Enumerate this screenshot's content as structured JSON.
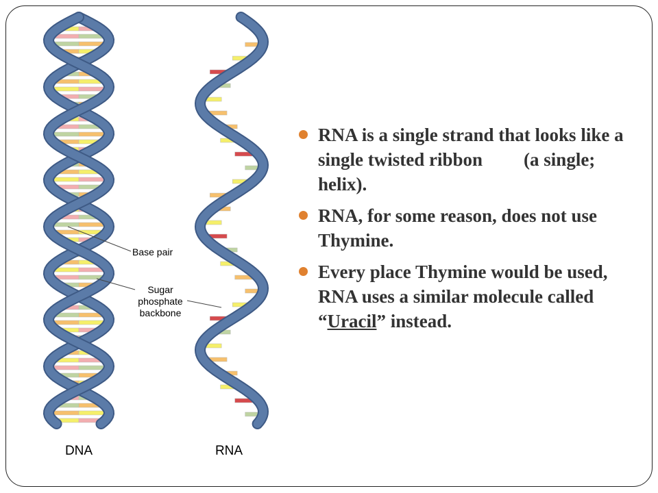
{
  "diagram": {
    "labels": {
      "base_pair": "Base pair",
      "sugar_1": "Sugar",
      "sugar_2": "phosphate",
      "sugar_3": "backbone",
      "dna": "DNA",
      "rna": "RNA"
    },
    "colors": {
      "backbone": "#5b7ba8",
      "backbone_edge": "#3e5a85",
      "base_orange": "#f6c06d",
      "base_yellow": "#f5ef6a",
      "base_pink": "#f2aeb0",
      "base_green": "#bfd4a2",
      "base_red": "#d64a4d"
    }
  },
  "bullets": [
    {
      "text": "RNA is a single strand that looks like a single twisted ribbon",
      "tail": "(a single; helix)."
    },
    {
      "text": "RNA, for some reason, does not use Thymine."
    },
    {
      "before": "Every place Thymine would be used, RNA uses a similar molecule called “",
      "underlined": "Uracil",
      "after": "” instead."
    }
  ],
  "colors": {
    "bullet": "#e0812f",
    "text": "#333333",
    "border": "#222222"
  }
}
